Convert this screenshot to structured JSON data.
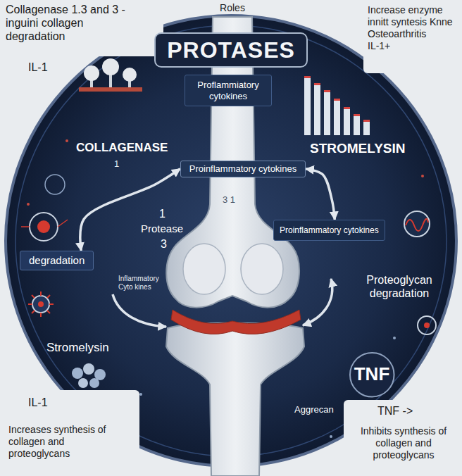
{
  "diagram": {
    "title": "PROTASES",
    "nodes": [
      {
        "text": [
          "Proflammiatory cytokines"
        ]
      },
      {
        "text": [
          "Proinflammatory cytokines"
        ]
      },
      {
        "text": [
          "Proinflammatory cytokines"
        ]
      },
      {
        "text": [
          "degradation"
        ]
      },
      {
        "text": [
          "TNF"
        ]
      }
    ],
    "edges": [
      {
        "from": 3,
        "to": 1,
        "arrow": "both"
      },
      {
        "from": 1,
        "to": 2,
        "arrow": "both"
      }
    ],
    "labels": [
      "Roles",
      "Collagenase 1.3 and 3 - inguini collagen degradation",
      "Increase enzyme innitt syntesis Knne Osteoarthritis",
      "IL-1+",
      "IL-1",
      "COLLAGENASE",
      "1",
      "STROMELYSIN",
      "1",
      "Protease",
      "3",
      "Inflammatory Cyto kines",
      "Stromelysin",
      "Proteoglycan degradation",
      "Aggrecan",
      "IL-1",
      "TNF ->",
      "Increases synthesis of collagen and proteoglycans",
      "Inhibits synthesis of collagen and proteoglycans",
      "3 1"
    ]
  }
}
